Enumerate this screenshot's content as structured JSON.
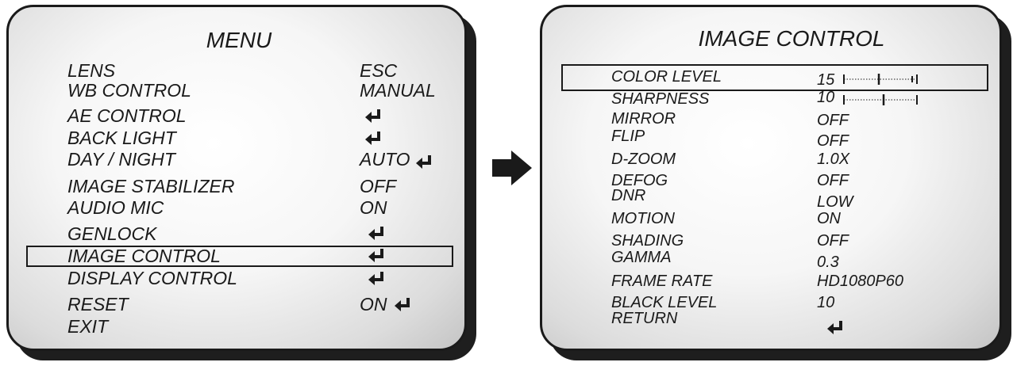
{
  "menu": {
    "title": "MENU",
    "items": [
      {
        "label": "LENS",
        "value": "ESC",
        "enter": false
      },
      {
        "label": "WB CONTROL",
        "value": "MANUAL",
        "enter": false
      },
      {
        "label": "AE CONTROL",
        "value": "",
        "enter": true
      },
      {
        "label": "BACK LIGHT",
        "value": "",
        "enter": true
      },
      {
        "label": "DAY / NIGHT",
        "value": "AUTO",
        "enter": true
      },
      {
        "label": "IMAGE STABILIZER",
        "value": "OFF",
        "enter": false
      },
      {
        "label": "AUDIO MIC",
        "value": "ON",
        "enter": false
      },
      {
        "label": "GENLOCK",
        "value": "",
        "enter": true
      },
      {
        "label": "IMAGE CONTROL",
        "value": "",
        "enter": true,
        "selected": true
      },
      {
        "label": "DISPLAY CONTROL",
        "value": "",
        "enter": true
      },
      {
        "label": "RESET",
        "value": "ON",
        "enter": true
      },
      {
        "label": "EXIT",
        "value": "",
        "enter": false
      }
    ]
  },
  "image_control": {
    "title": "IMAGE CONTROL",
    "items": [
      {
        "label": "COLOR LEVEL",
        "value": "15",
        "slider": true,
        "selected": true
      },
      {
        "label": "SHARPNESS",
        "value": "10",
        "slider": true
      },
      {
        "label": "MIRROR",
        "value": "OFF"
      },
      {
        "label": "FLIP",
        "value": "OFF"
      },
      {
        "label": "D-ZOOM",
        "value": "1.0X"
      },
      {
        "label": "DEFOG",
        "value": "OFF"
      },
      {
        "label": "DNR",
        "value": "LOW"
      },
      {
        "label": "MOTION",
        "value": "ON"
      },
      {
        "label": "SHADING",
        "value": "OFF"
      },
      {
        "label": "GAMMA",
        "value": "0.3"
      },
      {
        "label": "FRAME RATE",
        "value": "HD1080P60"
      },
      {
        "label": "BLACK LEVEL",
        "value": "10"
      },
      {
        "label": "RETURN",
        "value": "",
        "enter": true
      }
    ]
  },
  "icons": {
    "enter": "enter-return-icon",
    "arrow": "right-arrow-icon"
  },
  "colors": {
    "text": "#1a1a1a",
    "panel_shadow": "#1e1e1e",
    "panel_center": "#ffffff",
    "panel_edge": "#c4c4c4"
  }
}
